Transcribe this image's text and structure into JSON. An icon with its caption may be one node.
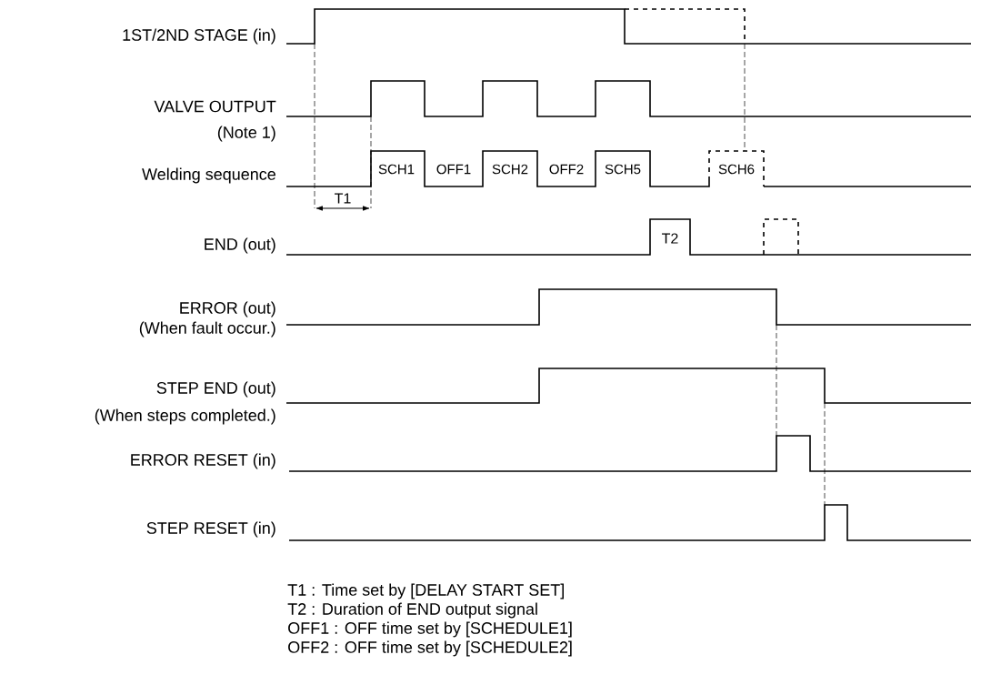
{
  "diagram": {
    "labels": [
      "1ST/2ND STAGE (in)",
      "VALVE OUTPUT",
      "(Note 1)",
      "Welding sequence",
      "SCH1",
      "OFF1",
      "SCH2",
      "OFF2",
      "SCH5",
      "SCH6",
      "T1",
      "END (out)",
      "T2",
      "ERROR (out)",
      "(When fault occur.)",
      "STEP END (out)",
      "(When steps completed.)",
      "ERROR RESET (in)",
      "STEP RESET (in)",
      "T1 : Time set by [DELAY START SET]",
      "T2 : Duration of END output signal",
      "OFF1 : OFF time set by [SCHEDULE1]",
      "OFF2 : OFF time set by [SCHEDULE2]"
    ]
  }
}
